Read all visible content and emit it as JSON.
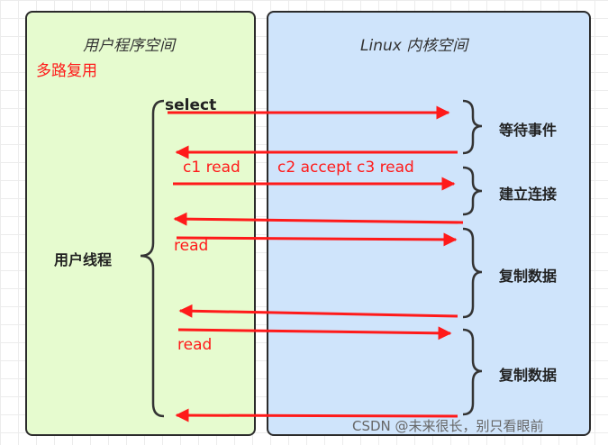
{
  "user_space": {
    "title": "用户程序空间",
    "multiplex_label": "多路复用",
    "select_label": "select",
    "thread_label": "用户线程"
  },
  "kernel_space": {
    "title": "Linux 内核空间"
  },
  "arrow_labels": {
    "read_1": "c1 read",
    "accept_read": "c2 accept c3 read",
    "read_2": "read",
    "read_3": "read"
  },
  "kernel_events": [
    "等待事件",
    "建立连接",
    "复制数据",
    "复制数据"
  ],
  "watermark": "CSDN @未来很长，别只看眼前",
  "colors": {
    "user_bg": "#e6fbcf",
    "kernel_bg": "#cfe4fb",
    "arrow": "#ff1a1a",
    "border": "#2b2b2b"
  }
}
